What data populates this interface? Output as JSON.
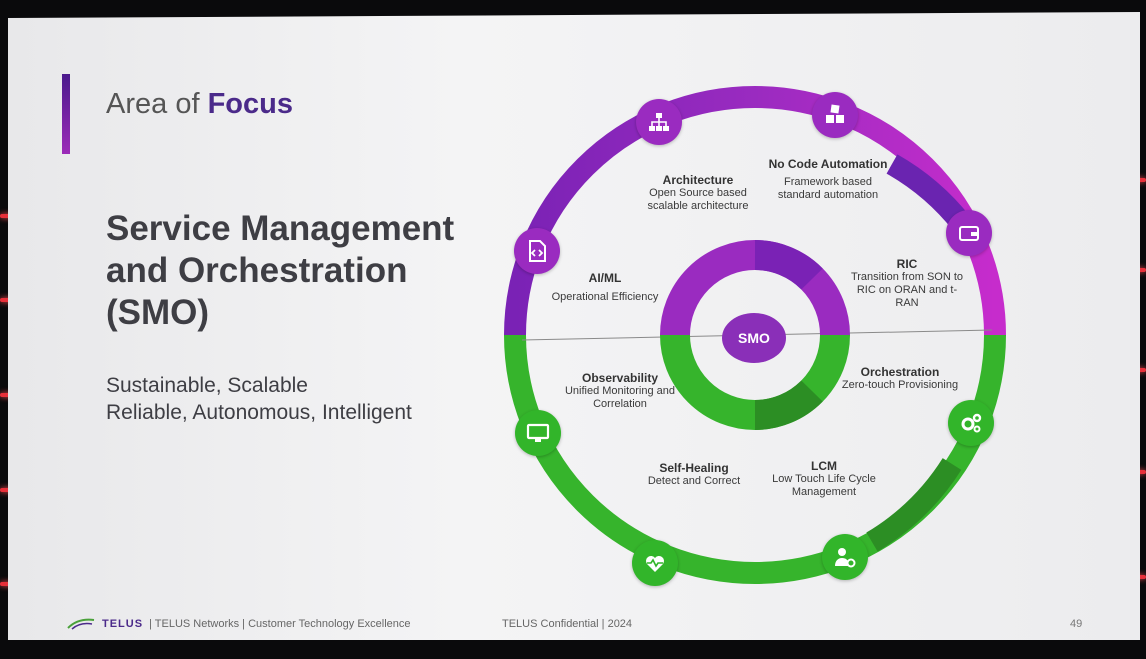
{
  "slide": {
    "title_prefix": "Area of",
    "title_bold": "Focus",
    "heading": "Service Management and Orchestration (SMO)",
    "subtitle_line1": "Sustainable, Scalable",
    "subtitle_line2": "Reliable, Autonomous, Intelligent",
    "center_label": "SMO",
    "segments": {
      "architecture": {
        "title": "Architecture",
        "desc": "Open Source based scalable architecture"
      },
      "no_code": {
        "title": "No Code Automation",
        "desc": "Framework based standard automation"
      },
      "ric": {
        "title": "RIC",
        "desc": "Transition from SON to RIC on ORAN and t-RAN"
      },
      "aiml": {
        "title": "AI/ML",
        "desc": "Operational Efficiency"
      },
      "observability": {
        "title": "Observability",
        "desc": "Unified Monitoring and Correlation"
      },
      "orchestration": {
        "title": "Orchestration",
        "desc": "Zero-touch Provisioning"
      },
      "self_healing": {
        "title": "Self-Healing",
        "desc": "Detect and Correct"
      },
      "lcm": {
        "title": "LCM",
        "desc": "Low Touch Life Cycle Management"
      }
    },
    "footer": {
      "logo": "TELUS",
      "left": "| TELUS Networks | Customer Technology Excellence",
      "middle": "TELUS Confidential | 2024",
      "page": "49"
    }
  },
  "colors": {
    "purple": "#9a2bc0",
    "green": "#32b52a",
    "brand": "#4b2a8a"
  },
  "icons": [
    "sitemap-icon",
    "cubes-icon",
    "wallet-icon",
    "code-file-icon",
    "monitor-icon",
    "heartbeat-icon",
    "user-gear-icon",
    "gears-icon"
  ]
}
